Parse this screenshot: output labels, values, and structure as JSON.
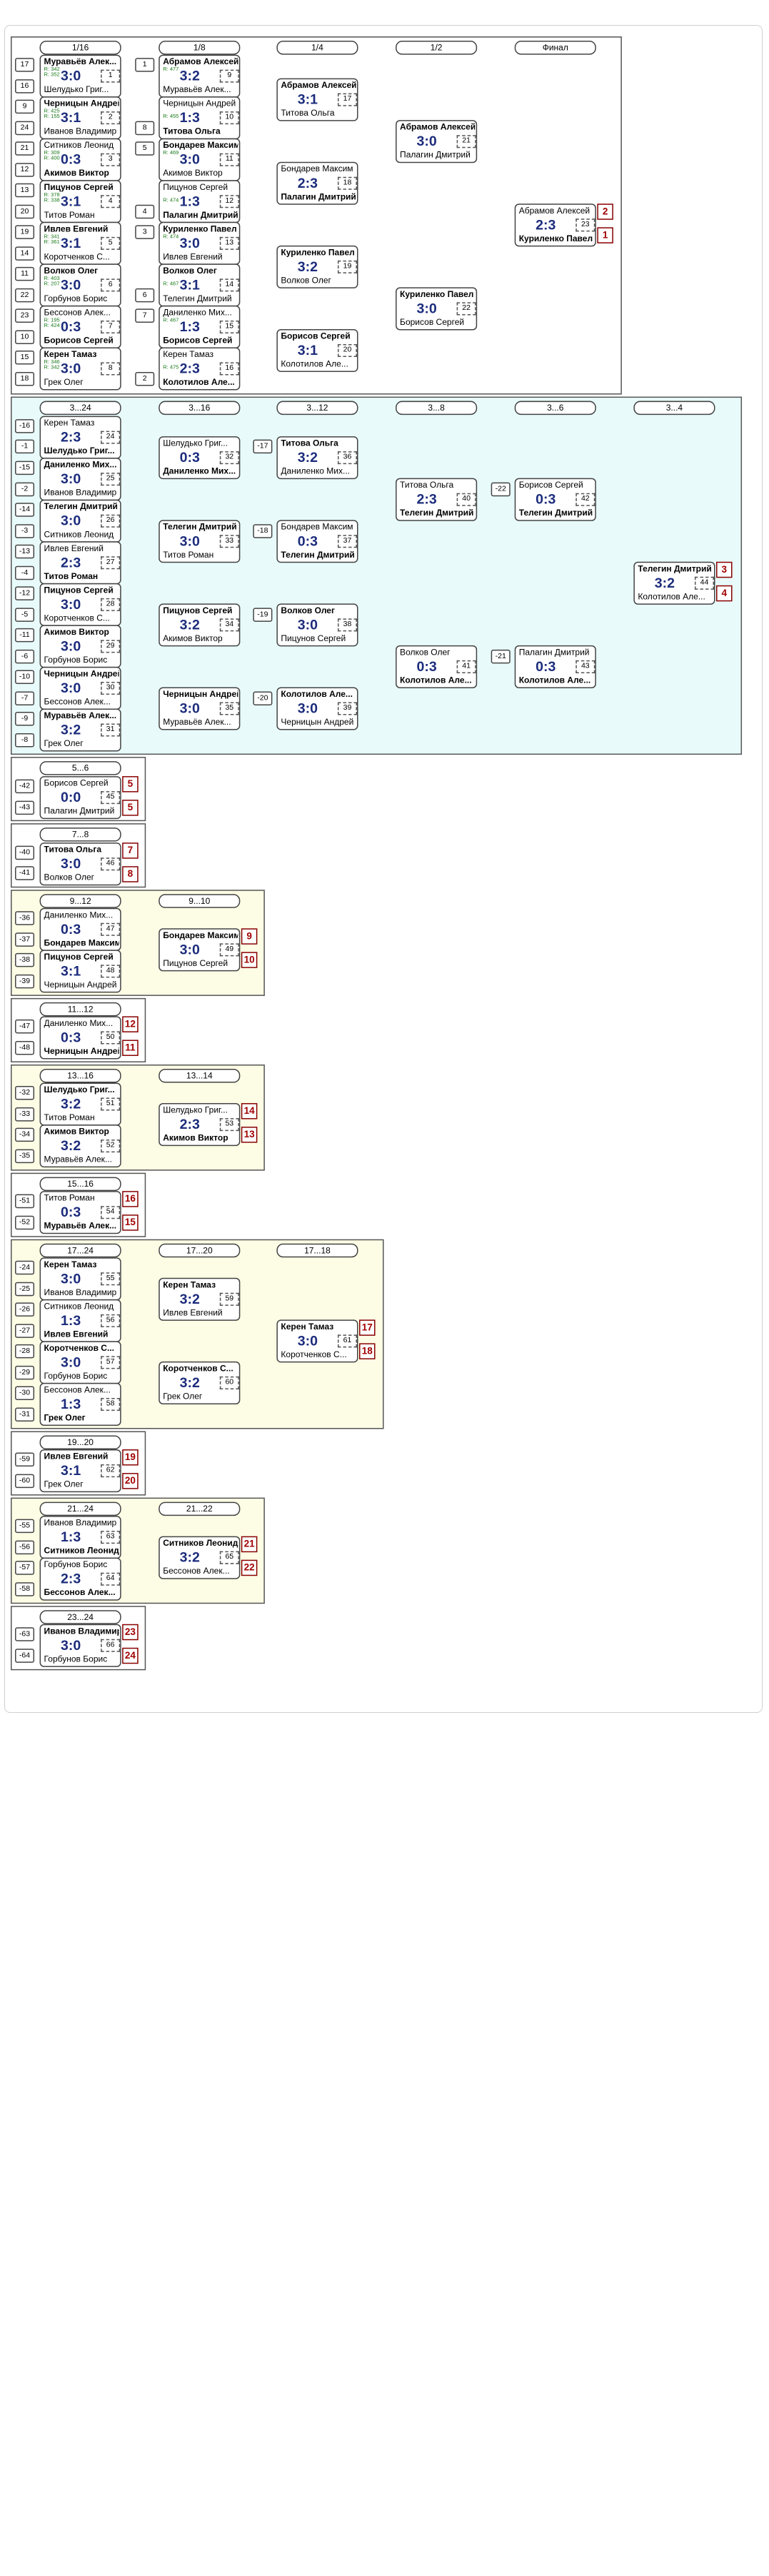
{
  "colors": {
    "main_bg": "#ffffff",
    "losers_bg": "#e8fafa",
    "places_bg": "#fdfde5",
    "score": "#1c2c7c",
    "rating": "#1a7a1a",
    "place": "#a00000"
  },
  "sections": [
    {
      "id": "s1",
      "bg": "main",
      "rounds": [
        "1/16",
        "1/8",
        "1/4",
        "1/2",
        "Финал"
      ],
      "slots": [
        {
          "label": "17"
        },
        {
          "label": "16"
        },
        {
          "label": "9"
        },
        {
          "label": "24"
        },
        {
          "label": "21"
        },
        {
          "label": "12"
        },
        {
          "label": "13"
        },
        {
          "label": "20"
        },
        {
          "label": "19"
        },
        {
          "label": "14"
        },
        {
          "label": "11"
        },
        {
          "label": "22"
        },
        {
          "label": "23"
        },
        {
          "label": "10"
        },
        {
          "label": "15"
        },
        {
          "label": "18"
        },
        {
          "label": "1"
        },
        {
          "label": "8"
        },
        {
          "label": "5"
        },
        {
          "label": "4"
        },
        {
          "label": "3"
        },
        {
          "label": "6"
        },
        {
          "label": "7"
        },
        {
          "label": "2"
        }
      ],
      "matches": [
        {
          "no": "1",
          "p1": "Муравьёв Алек...",
          "p2": "Шелудько Григ...",
          "score": "3:0",
          "w": 1,
          "r1": "R: 342",
          "r2": "R: 352"
        },
        {
          "no": "2",
          "p1": "Черницын Андрей",
          "p2": "Иванов Владимир",
          "score": "3:1",
          "w": 1,
          "r1": "R: 425",
          "r2": "R: 155"
        },
        {
          "no": "3",
          "p1": "Ситников Леонид",
          "p2": "Акимов Виктор",
          "score": "0:3",
          "w": 2,
          "r1": "R: 309",
          "r2": "R: 400"
        },
        {
          "no": "4",
          "p1": "Пицунов Сергей",
          "p2": "Титов Роман",
          "score": "3:1",
          "w": 1,
          "r1": "R: 378",
          "r2": "R: 338"
        },
        {
          "no": "5",
          "p1": "Ивлев Евгений",
          "p2": "Коротченков С...",
          "score": "3:1",
          "w": 1,
          "r1": "R: 341",
          "r2": "R: 361"
        },
        {
          "no": "6",
          "p1": "Волков Олег",
          "p2": "Горбунов Борис",
          "score": "3:0",
          "w": 1,
          "r1": "R: 403",
          "r2": "R: 207"
        },
        {
          "no": "7",
          "p1": "Бессонов Алек...",
          "p2": "Борисов Сергей",
          "score": "0:3",
          "w": 2,
          "r1": "R: 195",
          "r2": "R: 424"
        },
        {
          "no": "8",
          "p1": "Керен Тамаз",
          "p2": "Грек Олег",
          "score": "3:0",
          "w": 1,
          "r1": "R: 346",
          "r2": "R: 342"
        },
        {
          "no": "9",
          "p1": "Абрамов Алексей",
          "p2": "Муравьёв Алек...",
          "score": "3:2",
          "w": 1,
          "r1": "R: 477"
        },
        {
          "no": "10",
          "p1": "Черницын Андрей",
          "p2": "Титова Ольга",
          "score": "1:3",
          "w": 2,
          "r2": "R: 455"
        },
        {
          "no": "11",
          "p1": "Бондарев Максим",
          "p2": "Акимов Виктор",
          "score": "3:0",
          "w": 1,
          "r1": "R: 469"
        },
        {
          "no": "12",
          "p1": "Пицунов Сергей",
          "p2": "Палагин Дмитрий",
          "score": "1:3",
          "w": 2,
          "r2": "R: 474"
        },
        {
          "no": "13",
          "p1": "Куриленко Павел",
          "p2": "Ивлев Евгений",
          "score": "3:0",
          "w": 1,
          "r1": "R: 474"
        },
        {
          "no": "14",
          "p1": "Волков Олег",
          "p2": "Телегин Дмитрий",
          "score": "3:1",
          "w": 1,
          "r2": "R: 467"
        },
        {
          "no": "15",
          "p1": "Даниленко Мих...",
          "p2": "Борисов Сергей",
          "score": "1:3",
          "w": 2,
          "r1": "R: 467"
        },
        {
          "no": "16",
          "p1": "Керен Тамаз",
          "p2": "Колотилов Але...",
          "score": "2:3",
          "w": 2,
          "r2": "R: 475"
        },
        {
          "no": "17",
          "p1": "Абрамов Алексей",
          "p2": "Титова Ольга",
          "score": "3:1",
          "w": 1
        },
        {
          "no": "18",
          "p1": "Бондарев Максим",
          "p2": "Палагин Дмитрий",
          "score": "2:3",
          "w": 2
        },
        {
          "no": "19",
          "p1": "Куриленко Павел",
          "p2": "Волков Олег",
          "score": "3:2",
          "w": 1
        },
        {
          "no": "20",
          "p1": "Борисов Сергей",
          "p2": "Колотилов Але...",
          "score": "3:1",
          "w": 1
        },
        {
          "no": "21",
          "p1": "Абрамов Алексей",
          "p2": "Палагин Дмитрий",
          "score": "3:0",
          "w": 1
        },
        {
          "no": "22",
          "p1": "Куриленко Павел",
          "p2": "Борисов Сергей",
          "score": "3:0",
          "w": 1
        },
        {
          "no": "23",
          "p1": "Абрамов Алексей",
          "p2": "Куриленко Павел",
          "score": "2:3",
          "w": 2,
          "place1": "2",
          "place2": "1"
        }
      ]
    },
    {
      "id": "s2",
      "bg": "losers",
      "rounds": [
        "3...24",
        "3...16",
        "3...12",
        "3...8",
        "3...6",
        "3...4"
      ],
      "slots": [
        {
          "label": "-16"
        },
        {
          "label": "-1"
        },
        {
          "label": "-15"
        },
        {
          "label": "-2"
        },
        {
          "label": "-14"
        },
        {
          "label": "-3"
        },
        {
          "label": "-13"
        },
        {
          "label": "-4"
        },
        {
          "label": "-12"
        },
        {
          "label": "-5"
        },
        {
          "label": "-11"
        },
        {
          "label": "-6"
        },
        {
          "label": "-10"
        },
        {
          "label": "-7"
        },
        {
          "label": "-9"
        },
        {
          "label": "-8"
        },
        {
          "label": "-17"
        },
        {
          "label": "-18"
        },
        {
          "label": "-19"
        },
        {
          "label": "-20"
        },
        {
          "label": "-22"
        },
        {
          "label": "-21"
        }
      ],
      "matches": [
        {
          "no": "24",
          "p1": "Керен Тамаз",
          "p2": "Шелудько Григ...",
          "score": "2:3",
          "w": 2
        },
        {
          "no": "25",
          "p1": "Даниленко Мих...",
          "p2": "Иванов Владимир",
          "score": "3:0",
          "w": 1
        },
        {
          "no": "26",
          "p1": "Телегин Дмитрий",
          "p2": "Ситников Леонид",
          "score": "3:0",
          "w": 1
        },
        {
          "no": "27",
          "p1": "Ивлев Евгений",
          "p2": "Титов Роман",
          "score": "2:3",
          "w": 2
        },
        {
          "no": "28",
          "p1": "Пицунов Сергей",
          "p2": "Коротченков С...",
          "score": "3:0",
          "w": 1
        },
        {
          "no": "29",
          "p1": "Акимов Виктор",
          "p2": "Горбунов Борис",
          "score": "3:0",
          "w": 1
        },
        {
          "no": "30",
          "p1": "Черницын Андрей",
          "p2": "Бессонов Алек...",
          "score": "3:0",
          "w": 1
        },
        {
          "no": "31",
          "p1": "Муравьёв Алек...",
          "p2": "Грек Олег",
          "score": "3:2",
          "w": 1
        },
        {
          "no": "32",
          "p1": "Шелудько Григ...",
          "p2": "Даниленко Мих...",
          "score": "0:3",
          "w": 2
        },
        {
          "no": "33",
          "p1": "Телегин Дмитрий",
          "p2": "Титов Роман",
          "score": "3:0",
          "w": 1
        },
        {
          "no": "34",
          "p1": "Пицунов Сергей",
          "p2": "Акимов Виктор",
          "score": "3:2",
          "w": 1
        },
        {
          "no": "35",
          "p1": "Черницын Андрей",
          "p2": "Муравьёв Алек...",
          "score": "3:0",
          "w": 1
        },
        {
          "no": "36",
          "p1": "Титова Ольга",
          "p2": "Даниленко Мих...",
          "score": "3:2",
          "w": 1
        },
        {
          "no": "37",
          "p1": "Бондарев Максим",
          "p2": "Телегин Дмитрий",
          "score": "0:3",
          "w": 2
        },
        {
          "no": "38",
          "p1": "Волков Олег",
          "p2": "Пицунов Сергей",
          "score": "3:0",
          "w": 1
        },
        {
          "no": "39",
          "p1": "Колотилов Але...",
          "p2": "Черницын Андрей",
          "score": "3:0",
          "w": 1
        },
        {
          "no": "40",
          "p1": "Титова Ольга",
          "p2": "Телегин Дмитрий",
          "score": "2:3",
          "w": 2
        },
        {
          "no": "41",
          "p1": "Волков Олег",
          "p2": "Колотилов Але...",
          "score": "0:3",
          "w": 2
        },
        {
          "no": "42",
          "p1": "Борисов Сергей",
          "p2": "Телегин Дмитрий",
          "score": "0:3",
          "w": 2
        },
        {
          "no": "43",
          "p1": "Палагин Дмитрий",
          "p2": "Колотилов Але...",
          "score": "0:3",
          "w": 2
        },
        {
          "no": "44",
          "p1": "Телегин Дмитрий",
          "p2": "Колотилов Але...",
          "score": "3:2",
          "w": 1,
          "place1": "3",
          "place2": "4"
        }
      ]
    },
    {
      "id": "s3",
      "bg": "main",
      "rounds": [
        "5...6"
      ],
      "slots": [
        {
          "label": "-42"
        },
        {
          "label": "-43"
        }
      ],
      "matches": [
        {
          "no": "45",
          "p1": "Борисов Сергей",
          "p2": "Палагин Дмитрий",
          "score": "0:0",
          "w": 0,
          "place1": "5",
          "place2": "5"
        }
      ]
    },
    {
      "id": "s4",
      "bg": "main",
      "rounds": [
        "7...8"
      ],
      "slots": [
        {
          "label": "-40"
        },
        {
          "label": "-41"
        }
      ],
      "matches": [
        {
          "no": "46",
          "p1": "Титова Ольга",
          "p2": "Волков Олег",
          "score": "3:0",
          "w": 1,
          "place1": "7",
          "place2": "8"
        }
      ]
    },
    {
      "id": "s5",
      "bg": "places",
      "rounds": [
        "9...12",
        "9...10"
      ],
      "slots": [
        {
          "label": "-36"
        },
        {
          "label": "-37"
        },
        {
          "label": "-38"
        },
        {
          "label": "-39"
        }
      ],
      "matches": [
        {
          "no": "47",
          "p1": "Даниленко Мих...",
          "p2": "Бондарев Максим",
          "score": "0:3",
          "w": 2
        },
        {
          "no": "48",
          "p1": "Пицунов Сергей",
          "p2": "Черницын Андрей",
          "score": "3:1",
          "w": 1
        },
        {
          "no": "49",
          "p1": "Бондарев Максим",
          "p2": "Пицунов Сергей",
          "score": "3:0",
          "w": 1,
          "place1": "9",
          "place2": "10"
        }
      ]
    },
    {
      "id": "s6",
      "bg": "main",
      "rounds": [
        "11...12"
      ],
      "slots": [
        {
          "label": "-47"
        },
        {
          "label": "-48"
        }
      ],
      "matches": [
        {
          "no": "50",
          "p1": "Даниленко Мих...",
          "p2": "Черницын Андрей",
          "score": "0:3",
          "w": 2,
          "place1": "12",
          "place2": "11"
        }
      ]
    },
    {
      "id": "s7",
      "bg": "places",
      "rounds": [
        "13...16",
        "13...14"
      ],
      "slots": [
        {
          "label": "-32"
        },
        {
          "label": "-33"
        },
        {
          "label": "-34"
        },
        {
          "label": "-35"
        }
      ],
      "matches": [
        {
          "no": "51",
          "p1": "Шелудько Григ...",
          "p2": "Титов Роман",
          "score": "3:2",
          "w": 1
        },
        {
          "no": "52",
          "p1": "Акимов Виктор",
          "p2": "Муравьёв Алек...",
          "score": "3:2",
          "w": 1
        },
        {
          "no": "53",
          "p1": "Шелудько Григ...",
          "p2": "Акимов Виктор",
          "score": "2:3",
          "w": 2,
          "place1": "14",
          "place2": "13"
        }
      ]
    },
    {
      "id": "s8",
      "bg": "main",
      "rounds": [
        "15...16"
      ],
      "slots": [
        {
          "label": "-51"
        },
        {
          "label": "-52"
        }
      ],
      "matches": [
        {
          "no": "54",
          "p1": "Титов Роман",
          "p2": "Муравьёв Алек...",
          "score": "0:3",
          "w": 2,
          "place1": "16",
          "place2": "15"
        }
      ]
    },
    {
      "id": "s9",
      "bg": "places",
      "rounds": [
        "17...24",
        "17...20",
        "17...18"
      ],
      "slots": [
        {
          "label": "-24"
        },
        {
          "label": "-25"
        },
        {
          "label": "-26"
        },
        {
          "label": "-27"
        },
        {
          "label": "-28"
        },
        {
          "label": "-29"
        },
        {
          "label": "-30"
        },
        {
          "label": "-31"
        }
      ],
      "matches": [
        {
          "no": "55",
          "p1": "Керен Тамаз",
          "p2": "Иванов Владимир",
          "score": "3:0",
          "w": 1
        },
        {
          "no": "56",
          "p1": "Ситников Леонид",
          "p2": "Ивлев Евгений",
          "score": "1:3",
          "w": 2
        },
        {
          "no": "57",
          "p1": "Коротченков С...",
          "p2": "Горбунов Борис",
          "score": "3:0",
          "w": 1
        },
        {
          "no": "58",
          "p1": "Бессонов Алек...",
          "p2": "Грек Олег",
          "score": "1:3",
          "w": 2
        },
        {
          "no": "59",
          "p1": "Керен Тамаз",
          "p2": "Ивлев Евгений",
          "score": "3:2",
          "w": 1
        },
        {
          "no": "60",
          "p1": "Коротченков С...",
          "p2": "Грек Олег",
          "score": "3:2",
          "w": 1
        },
        {
          "no": "61",
          "p1": "Керен Тамаз",
          "p2": "Коротченков С...",
          "score": "3:0",
          "w": 1,
          "place1": "17",
          "place2": "18"
        }
      ]
    },
    {
      "id": "s10",
      "bg": "main",
      "rounds": [
        "19...20"
      ],
      "slots": [
        {
          "label": "-59"
        },
        {
          "label": "-60"
        }
      ],
      "matches": [
        {
          "no": "62",
          "p1": "Ивлев Евгений",
          "p2": "Грек Олег",
          "score": "3:1",
          "w": 1,
          "place1": "19",
          "place2": "20"
        }
      ]
    },
    {
      "id": "s11",
      "bg": "places",
      "rounds": [
        "21...24",
        "21...22"
      ],
      "slots": [
        {
          "label": "-55"
        },
        {
          "label": "-56"
        },
        {
          "label": "-57"
        },
        {
          "label": "-58"
        }
      ],
      "matches": [
        {
          "no": "63",
          "p1": "Иванов Владимир",
          "p2": "Ситников Леонид",
          "score": "1:3",
          "w": 2
        },
        {
          "no": "64",
          "p1": "Горбунов Борис",
          "p2": "Бессонов Алек...",
          "score": "2:3",
          "w": 2
        },
        {
          "no": "65",
          "p1": "Ситников Леонид",
          "p2": "Бессонов Алек...",
          "score": "3:2",
          "w": 1,
          "place1": "21",
          "place2": "22"
        }
      ]
    },
    {
      "id": "s12",
      "bg": "main",
      "rounds": [
        "23...24"
      ],
      "slots": [
        {
          "label": "-63"
        },
        {
          "label": "-64"
        }
      ],
      "matches": [
        {
          "no": "66",
          "p1": "Иванов Владимир",
          "p2": "Горбунов Борис",
          "score": "3:0",
          "w": 1,
          "place1": "23",
          "place2": "24"
        }
      ]
    }
  ]
}
